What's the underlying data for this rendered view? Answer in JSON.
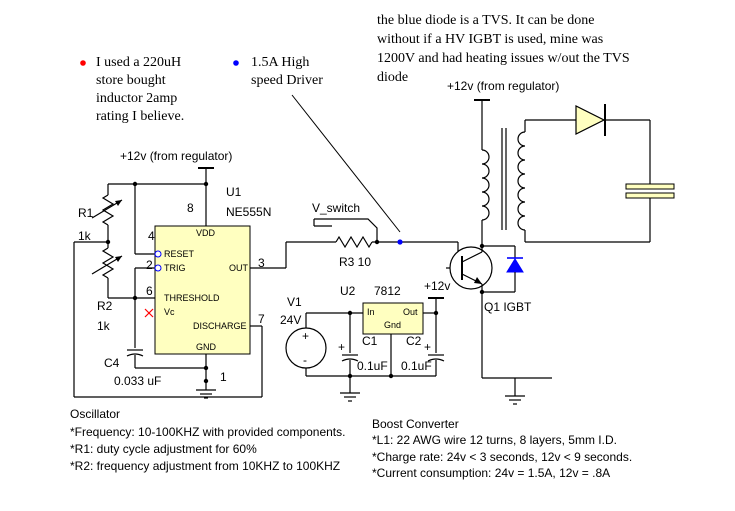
{
  "notes": {
    "inductor_note": [
      "I used a 220uH",
      "store bought",
      "inductor 2amp",
      "rating I believe."
    ],
    "driver_note": [
      "1.5A High",
      "speed Driver"
    ],
    "tvs_note": [
      "the blue diode is a TVS.  It can be done",
      "without if a HV IGBT is used, mine was",
      "1200V and had heating issues w/out the TVS",
      "diode"
    ],
    "note_colors": {
      "red_dot": "#ff0000",
      "blue_dot": "#0000ff"
    }
  },
  "labels": {
    "reg_top_left": "+12v (from regulator)",
    "reg_top_right": "+12v (from regulator)",
    "u1_ref": "U1",
    "u1_part": "NE555N",
    "pin8": "8",
    "pin4": "4",
    "pin2": "2",
    "pin6": "6",
    "pin3": "3",
    "pin7": "7",
    "pin1": "1",
    "ic_vdd": "VDD",
    "ic_reset": "RESET",
    "ic_trig": "TRIG",
    "ic_threshold": "THRESHOLD",
    "ic_vc": "Vc",
    "ic_discharge": "DISCHARGE",
    "ic_gnd": "GND",
    "ic_out": "OUT",
    "r1_ref": "R1",
    "r1_val": "1k",
    "r2_ref": "R2",
    "r2_val": "1k",
    "c4_ref": "C4",
    "c4_val": "0.033 uF",
    "v_switch": "V_switch",
    "r3": "R3 10",
    "u2_ref": "U2",
    "u2_part": "7812",
    "u2_in": "In",
    "u2_out": "Out",
    "u2_gnd": "Gnd",
    "v1_ref": "V1",
    "v1_val": "24V",
    "c1_ref": "C1",
    "c1_val": "0.1uF",
    "c2_ref": "C2",
    "c2_val": "0.1uF",
    "plus12v": "+12v",
    "q1": "Q1 IGBT",
    "v1_plus": "+",
    "v1_minus": "-",
    "cap_plus": "+"
  },
  "oscillator": [
    "Oscillator",
    "*Frequency: 10-100KHZ with provided components.",
    "*R1:  duty cycle adjustment for 60%",
    "*R2:  frequency adjustment from 10KHZ to 100KHZ"
  ],
  "boost": [
    "Boost Converter",
    "*L1: 22 AWG wire 12 turns, 8 layers,  5mm I.D.",
    "*Charge rate:  24v < 3 seconds, 12v < 9 seconds.",
    "*Current consumption: 24v = 1.5A, 12v = .8A"
  ],
  "colors": {
    "ic_fill": "#ffffc0",
    "tvs_blue": "#0000ff",
    "pin_blue": "#0000ff",
    "nc_red": "#ff0000",
    "wire": "#000000"
  }
}
